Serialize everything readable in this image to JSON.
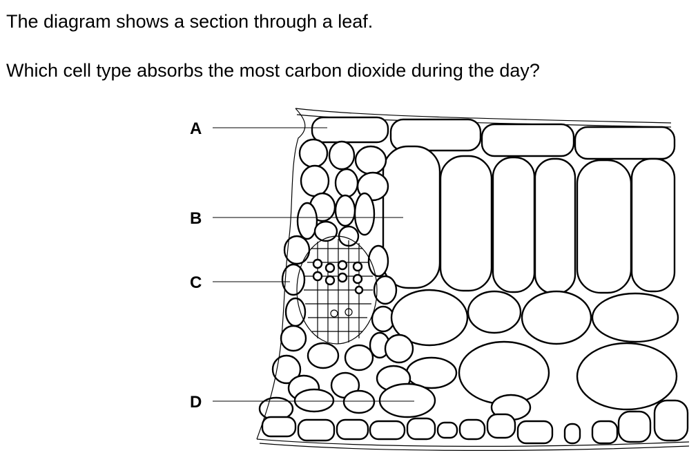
{
  "question": {
    "intro": "The diagram shows a section through a leaf.",
    "prompt": "Which cell type absorbs the most carbon dioxide during the day?"
  },
  "diagram": {
    "labels": [
      "A",
      "B",
      "C",
      "D"
    ]
  },
  "colors": {
    "ink": "#000000",
    "paper": "#ffffff"
  }
}
